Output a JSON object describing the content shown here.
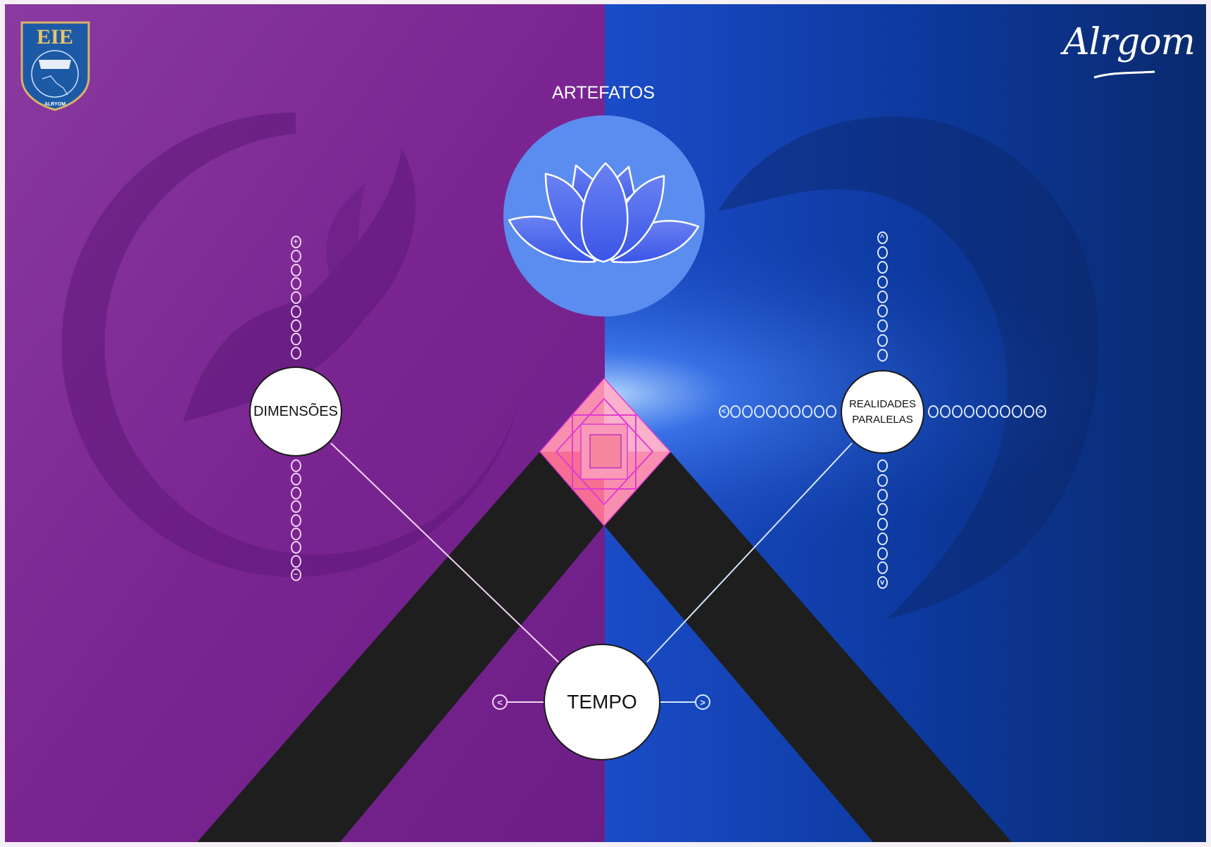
{
  "header": {
    "logo_text": "EIE",
    "logo_subtext": "ALRYOM",
    "brand": "Alrgom"
  },
  "artefatos": {
    "label": "ARTEFATOS",
    "icon": "lotus-icon"
  },
  "nodes": {
    "dimensoes": {
      "label": "DIMENSÕES"
    },
    "realidades": {
      "line1": "REALIDADES",
      "line2": "PARALELAS"
    },
    "tempo": {
      "label": "TEMPO"
    }
  },
  "controls": {
    "dimensoes_up_icon": "plus-icon",
    "dimensoes_down_icon": "minus-icon",
    "realidades_icons": [
      "chevron-up-icon",
      "chevron-down-icon",
      "chevron-left-icon",
      "chevron-right-icon"
    ],
    "tempo_icons": [
      "chevron-left-icon",
      "chevron-right-icon"
    ],
    "glyphs": {
      "plus": "+",
      "minus": "−",
      "up": "^",
      "down": "v",
      "left": "<",
      "right": ">"
    }
  },
  "colors": {
    "left_bg": "#7a2592",
    "right_bg": "#1340b0",
    "band": "#1e1e1e",
    "lotus_circle": "#5b8cf0",
    "gem": "#f98fb0",
    "gem_lines": "#e03cd0"
  }
}
